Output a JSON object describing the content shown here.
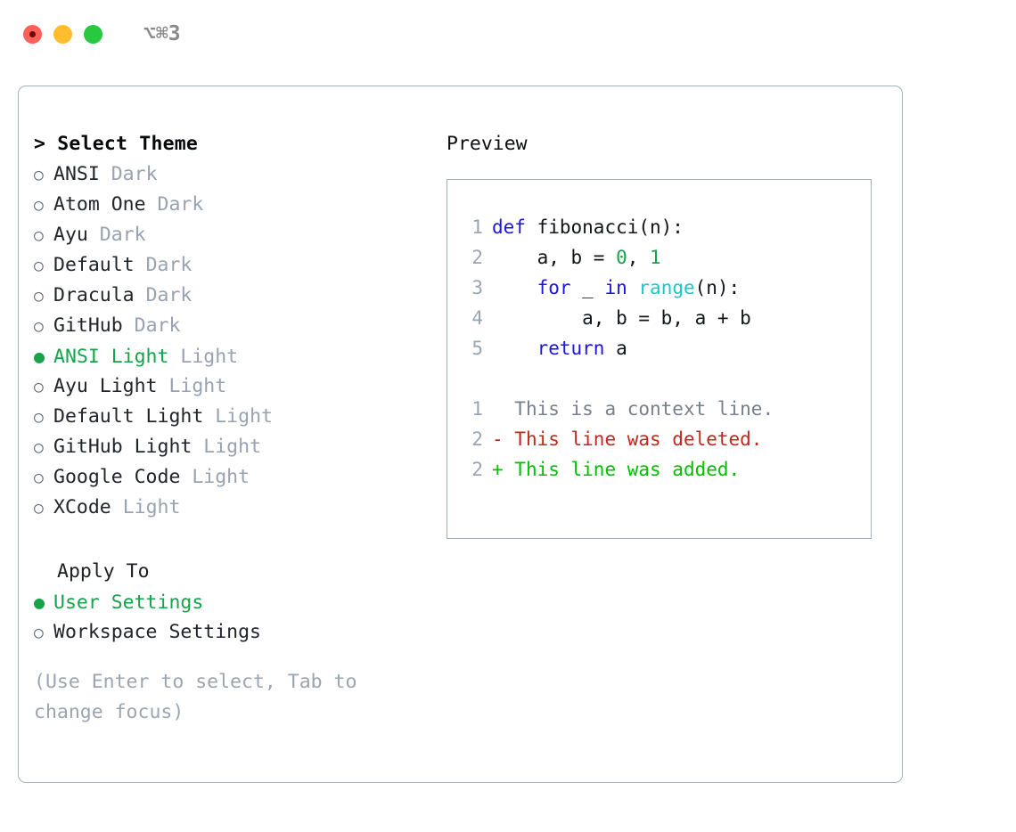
{
  "titlebar": {
    "shortcut": "⌥⌘3",
    "lights": [
      {
        "name": "close",
        "color": "#FF6058"
      },
      {
        "name": "minimize",
        "color": "#FFBD2E"
      },
      {
        "name": "maximize",
        "color": "#28C840"
      }
    ]
  },
  "theme_picker": {
    "header": "> Select Theme",
    "items": [
      {
        "selected": false,
        "bullet": "○",
        "name": "ANSI",
        "badge": "Dark"
      },
      {
        "selected": false,
        "bullet": "○",
        "name": "Atom One",
        "badge": "Dark"
      },
      {
        "selected": false,
        "bullet": "○",
        "name": "Ayu",
        "badge": "Dark"
      },
      {
        "selected": false,
        "bullet": "○",
        "name": "Default",
        "badge": "Dark"
      },
      {
        "selected": false,
        "bullet": "○",
        "name": "Dracula",
        "badge": "Dark"
      },
      {
        "selected": false,
        "bullet": "○",
        "name": "GitHub",
        "badge": "Dark"
      },
      {
        "selected": true,
        "bullet": "●",
        "name": "ANSI Light",
        "badge": "Light"
      },
      {
        "selected": false,
        "bullet": "○",
        "name": "Ayu Light",
        "badge": "Light"
      },
      {
        "selected": false,
        "bullet": "○",
        "name": "Default Light",
        "badge": "Light"
      },
      {
        "selected": false,
        "bullet": "○",
        "name": "GitHub Light",
        "badge": "Light"
      },
      {
        "selected": false,
        "bullet": "○",
        "name": "Google Code",
        "badge": "Light"
      },
      {
        "selected": false,
        "bullet": "○",
        "name": "XCode",
        "badge": "Light"
      }
    ]
  },
  "apply_to": {
    "label": "Apply To",
    "options": [
      {
        "selected": true,
        "bullet": "●",
        "name": "User Settings"
      },
      {
        "selected": false,
        "bullet": "○",
        "name": "Workspace Settings"
      }
    ]
  },
  "hint": "(Use Enter to select, Tab to change focus)",
  "preview": {
    "title": "Preview",
    "code_lines": [
      {
        "num": "1",
        "tokens": [
          {
            "t": "def",
            "c": "kw"
          },
          {
            "t": " fibonacci(n):",
            "c": "plain"
          }
        ]
      },
      {
        "num": "2",
        "tokens": [
          {
            "t": "    a, b = ",
            "c": "plain"
          },
          {
            "t": "0",
            "c": "num"
          },
          {
            "t": ", ",
            "c": "plain"
          },
          {
            "t": "1",
            "c": "num"
          }
        ]
      },
      {
        "num": "3",
        "tokens": [
          {
            "t": "    ",
            "c": "plain"
          },
          {
            "t": "for",
            "c": "kw"
          },
          {
            "t": " _ ",
            "c": "plain"
          },
          {
            "t": "in",
            "c": "kw"
          },
          {
            "t": " ",
            "c": "plain"
          },
          {
            "t": "range",
            "c": "fn"
          },
          {
            "t": "(n):",
            "c": "plain"
          }
        ]
      },
      {
        "num": "4",
        "tokens": [
          {
            "t": "        a, b = b, a + b",
            "c": "plain"
          }
        ]
      },
      {
        "num": "5",
        "tokens": [
          {
            "t": "    ",
            "c": "plain"
          },
          {
            "t": "return",
            "c": "kw"
          },
          {
            "t": " a",
            "c": "plain"
          }
        ]
      }
    ],
    "diff_lines": [
      {
        "num": "1",
        "marker": " ",
        "text": " This is a context line.",
        "kind": "ctx"
      },
      {
        "num": "2",
        "marker": "-",
        "text": " This line was deleted.",
        "kind": "del"
      },
      {
        "num": "2",
        "marker": "+",
        "text": " This line was added.",
        "kind": "add"
      }
    ]
  },
  "colors": {
    "accent_green": "#16A34A",
    "keyword_blue": "#1A14E6",
    "function_cyan": "#19C8C8",
    "diff_delete_red": "#C0281E",
    "diff_add_green": "#00BE00",
    "muted_gray": "#9AA5B1",
    "border": "#A6AFBC"
  }
}
